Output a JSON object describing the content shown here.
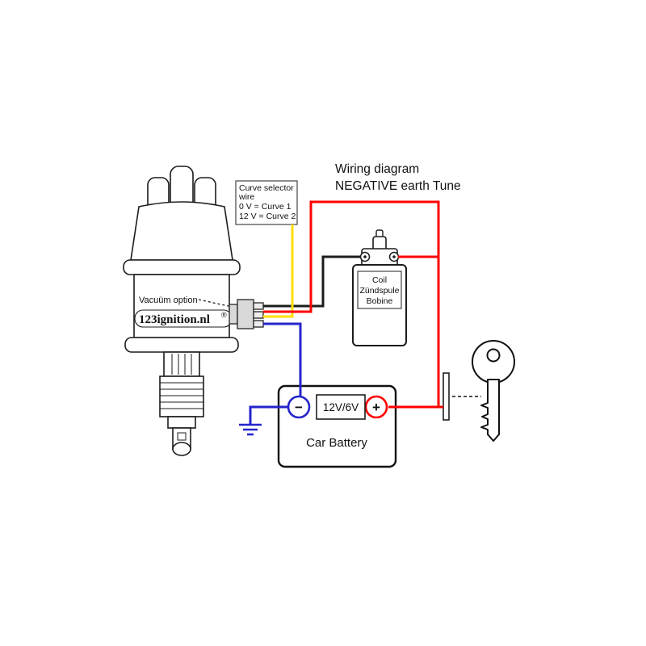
{
  "title": {
    "line1": "Wiring diagram",
    "line2": "NEGATIVE earth Tune"
  },
  "curve_selector": {
    "line1": "Curve selector",
    "line2": "wire",
    "line3": "0 V = Curve 1",
    "line4": "12 V = Curve 2"
  },
  "distributor": {
    "vacuum_label": "Vacuüm option",
    "brand": "123ignition.nl",
    "registered_mark": "®"
  },
  "coil": {
    "line1": "Coil",
    "line2": "Zündspule",
    "line3": "Bobine"
  },
  "battery": {
    "voltage": "12V/6V",
    "label": "Car Battery",
    "positive_symbol": "+",
    "negative_symbol": "−"
  },
  "colors": {
    "wire_red": "#ff0000",
    "wire_yellow": "#ffdf00",
    "wire_blue": "#2525cc",
    "wire_black": "#1c1c1c",
    "outline": "#1c1c1c"
  }
}
